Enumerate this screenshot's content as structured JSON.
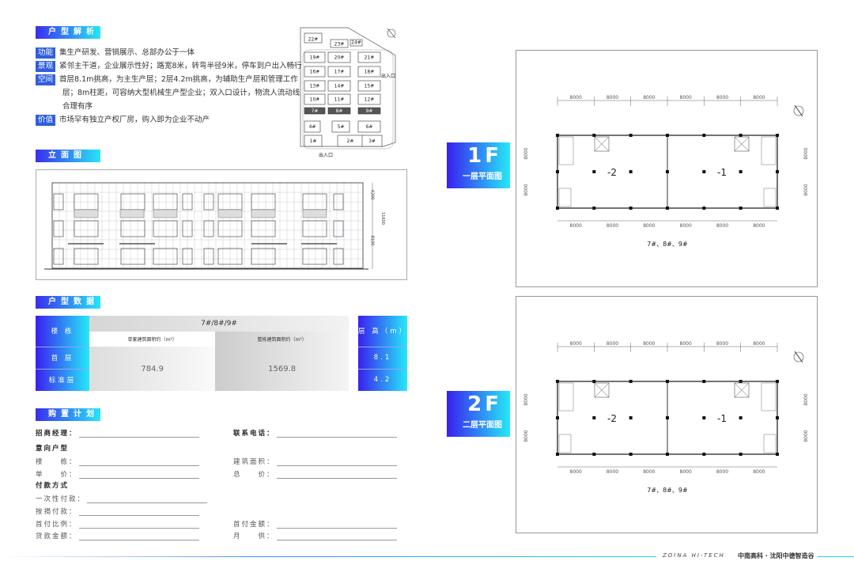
{
  "sections": {
    "analysis": "户型解析",
    "elevation": "立面图",
    "data": "户型数据",
    "purchase": "购置计划"
  },
  "features": [
    {
      "tag": "功能",
      "text": "集生产研发、营销展示、总部办公于一体"
    },
    {
      "tag": "景观",
      "text": "紧邻主干道，企业展示性好；路宽8米，转弯半径9米，停车到户出入畅行"
    },
    {
      "tag": "空间",
      "text": "首层8.1m挑高，为主生产层；2层4.2m挑高，为辅助生产层和管理工作",
      "cont": [
        "层；8m柱距，可容纳大型机械生产型企业；双入口设计，物流人流动线",
        "合理有序"
      ]
    },
    {
      "tag": "价值",
      "text": "市场罕有独立产权厂房，购入即为企业不动产"
    }
  ],
  "siteplan": {
    "units": [
      "22#",
      "23#",
      "24#",
      "19#",
      "20#",
      "21#",
      "16#",
      "17#",
      "18#",
      "13#",
      "14#",
      "15#",
      "10#",
      "11#",
      "12#",
      "7#",
      "8#",
      "9#",
      "4#",
      "5#",
      "6#",
      "1#",
      "2#",
      "3#"
    ],
    "entrance_right": "出入口",
    "entrance_bottom": "出入口"
  },
  "elevation_dims": {
    "upper": "4200",
    "total": "11600",
    "lower": "8100"
  },
  "table": {
    "building_label": "楼 栋",
    "buildings": "7#/8#/9#",
    "height_label": "层 高（m）",
    "unit_area_label": "单套建筑面积约（m²）",
    "whole_area_label": "整栋建筑面积约（m²）",
    "rows": [
      {
        "floor": "首 层",
        "height": "8.1"
      },
      {
        "floor": "标准层",
        "height": "4.2"
      }
    ],
    "unit_area": "784.9",
    "whole_area": "1569.8"
  },
  "form": {
    "manager": "招商经理：",
    "phone": "联系电话：",
    "intent": "意向户型",
    "building": "楼　　栋：",
    "area": "建筑面积：",
    "unit_price": "单　　价：",
    "total_price": "总　　价：",
    "payment": "付款方式",
    "lump": "一次性付款：",
    "mortgage": "按揭付款：",
    "down_ratio": "首付比例：",
    "down_amount": "首付金额：",
    "loan": "贷款金额：",
    "monthly": "月　　供："
  },
  "plans": [
    {
      "floor": "1F",
      "name": "一层平面图",
      "units": "7#、8#、9#",
      "dims": [
        "8000",
        "8000",
        "8000",
        "8000",
        "8000",
        "8000"
      ],
      "side": "8000",
      "left": "-2",
      "right": "-1"
    },
    {
      "floor": "2F",
      "name": "二层平面图",
      "units": "7#、8#、9#",
      "dims": [
        "8000",
        "8000",
        "8000",
        "8000",
        "8000",
        "8000"
      ],
      "side": "8000",
      "left": "-2",
      "right": "-1"
    }
  ],
  "footer": {
    "brand_en": "ZOINA HI-TECH",
    "brand_cn": "中南高科 · 沈阳中德智造谷"
  },
  "colors": {
    "grad_start": "#3a1ff0",
    "grad_end": "#25e9f7"
  }
}
